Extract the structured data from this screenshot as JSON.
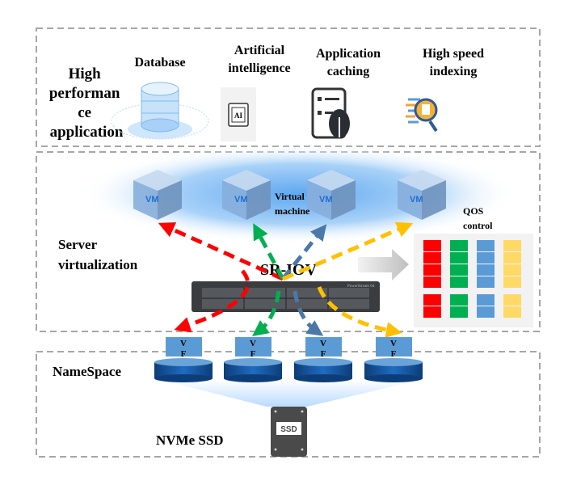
{
  "sections": {
    "top": {
      "label_lines": [
        "High",
        "performan",
        "ce",
        "application"
      ],
      "apps": [
        {
          "lines": [
            "Database"
          ],
          "icon": "database-icon"
        },
        {
          "lines": [
            "Artificial",
            "intelligence"
          ],
          "icon": "ai-chip-icon",
          "icon_text": "AI"
        },
        {
          "lines": [
            "Application",
            "caching"
          ],
          "icon": "app-cache-icon"
        },
        {
          "lines": [
            "High speed",
            "indexing"
          ],
          "icon": "search-document-icon"
        }
      ]
    },
    "middle": {
      "label_lines": [
        "Server",
        "virtualization"
      ],
      "vm_text": "VM",
      "vm_label_lines": [
        "Virtual",
        "machine"
      ],
      "sriov": "SR-IOV",
      "server_brand": "PowerStream 64",
      "qos_lines": [
        "QOS",
        "control"
      ]
    },
    "bottom": {
      "namespace": "NameSpace",
      "vf_lines": [
        "V",
        "F"
      ],
      "ssd_label": "NVMe SSD",
      "ssd_icon_text": "SSD"
    }
  },
  "colors": {
    "red": "#ff0000",
    "green": "#00b050",
    "blue": "#4a78a8",
    "yellow": "#ffc000",
    "qos_blue": "#5b9bd5",
    "qos_yellow": "#ffd966",
    "vf": "#5b9bd5",
    "disk": "#1f5fa8"
  }
}
